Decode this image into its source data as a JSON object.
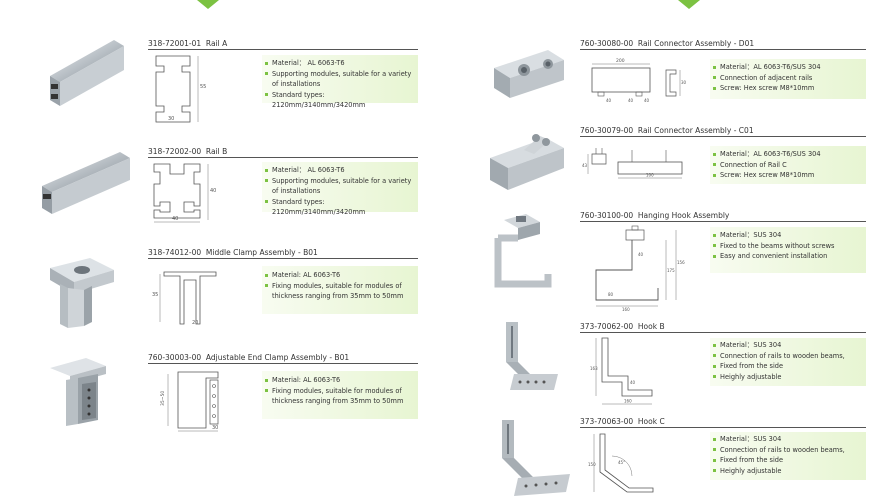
{
  "colors": {
    "accent": "#7cc242",
    "specbox_start": "#f8fcf1",
    "specbox_end": "#e7f5d2",
    "rule": "#555555"
  },
  "left_column": [
    {
      "code": "318-72001-01",
      "name": "Rail A",
      "specs": [
        "Material： AL 6063-T6",
        "Supporting modules, suitable for a variety of installations",
        "Standard types: 2120mm/3140mm/3420mm"
      ],
      "dims": [
        "55",
        "30"
      ]
    },
    {
      "code": "318-72002-00",
      "name": "Rail B",
      "specs": [
        "Material： AL 6063-T6",
        "Supporting modules, suitable for a variety of installations",
        "Standard types: 2120mm/3140mm/3420mm"
      ],
      "dims": [
        "40",
        "40"
      ]
    },
    {
      "code": "318-74012-00",
      "name": "Middle Clamp Assembly - B01",
      "specs": [
        "Material: AL 6063-T6",
        "Fixing modules, suitable for modules of thickness ranging from 35mm to 50mm"
      ],
      "dims": [
        "35",
        "20"
      ]
    },
    {
      "code": "760-30003-00",
      "name": "Adjustable End Clamp Assembly - B01",
      "specs": [
        "Material: AL 6063-T6",
        "Fixing modules, suitable for modules of thickness ranging from 35mm to 50mm"
      ],
      "dims": [
        "35~50",
        "30"
      ]
    }
  ],
  "right_column": [
    {
      "code": "760-30080-00",
      "name": "Rail Connector Assembly - D01",
      "specs": [
        "Material：AL 6063-T6/SUS 304",
        "Connection of adjacent rails",
        "Screw: Hex screw M8*10mm"
      ],
      "dims": [
        "200",
        "30",
        "40",
        "40",
        "40"
      ]
    },
    {
      "code": "760-30079-00",
      "name": "Rail Connector Assembly - C01",
      "specs": [
        "Material：AL 6063-T6/SUS 304",
        "Connection of Rail C",
        "Screw: Hex screw M8*10mm"
      ],
      "dims": [
        "43",
        "100"
      ]
    },
    {
      "code": "760-30100-00",
      "name": "Hanging Hook Assembly",
      "specs": [
        "Material：SUS 304",
        "Fixed to the beams without screws",
        "Easy and convenient installation"
      ],
      "dims": [
        "40",
        "175",
        "156",
        "80",
        "160"
      ]
    },
    {
      "code": "373-70062-00",
      "name": "Hook B",
      "specs": [
        "Material：SUS 304",
        "Connection of rails to wooden beams,",
        "Fixed from the side",
        "Heighly adjustable"
      ],
      "dims": [
        "163",
        "40",
        "160"
      ]
    },
    {
      "code": "373-70063-00",
      "name": "Hook C",
      "specs": [
        "Material：SUS 304",
        "Connection of rails to wooden beams,",
        "Fixed from the side",
        "Heighly adjustable"
      ],
      "dims": [
        "150",
        "45°"
      ]
    }
  ]
}
